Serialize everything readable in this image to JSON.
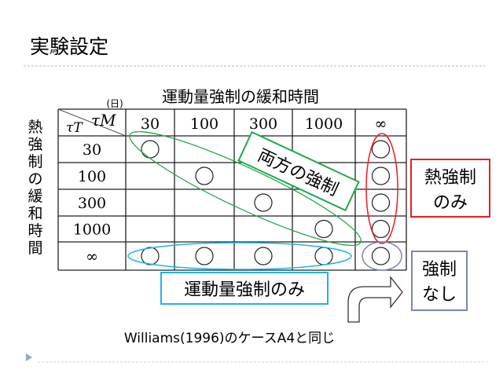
{
  "slide": {
    "title": "実験設定",
    "footnote": "Williams(1996)のケースA4と同じ"
  },
  "table": {
    "column_title": "運動量強制の緩和時間",
    "row_title": [
      "熱",
      "強",
      "制",
      "の",
      "緩",
      "和",
      "時",
      "間"
    ],
    "unit": "(日)",
    "corner_row_symbol": "τT",
    "corner_col_symbol": "τM",
    "columns": [
      "30",
      "100",
      "300",
      "1000",
      "∞"
    ],
    "rows": [
      {
        "label": "30",
        "marks": [
          true,
          false,
          false,
          false,
          true
        ]
      },
      {
        "label": "100",
        "marks": [
          false,
          true,
          false,
          false,
          true
        ]
      },
      {
        "label": "300",
        "marks": [
          false,
          false,
          true,
          false,
          true
        ]
      },
      {
        "label": "1000",
        "marks": [
          false,
          false,
          false,
          true,
          true
        ]
      },
      {
        "label": "∞",
        "marks": [
          true,
          true,
          true,
          true,
          true
        ]
      }
    ],
    "mark_symbol": "○"
  },
  "annotations": {
    "both": "両方の強制",
    "thermal_only": [
      "熱強制",
      "のみ"
    ],
    "momentum_only": "運動量強制のみ",
    "none": [
      "強制",
      "なし"
    ]
  },
  "colors": {
    "green": "#1fa84a",
    "red": "#ee1c24",
    "cyan": "#1bb5e8",
    "slate": "#7c86b0",
    "accent": "#8ea9c8"
  }
}
